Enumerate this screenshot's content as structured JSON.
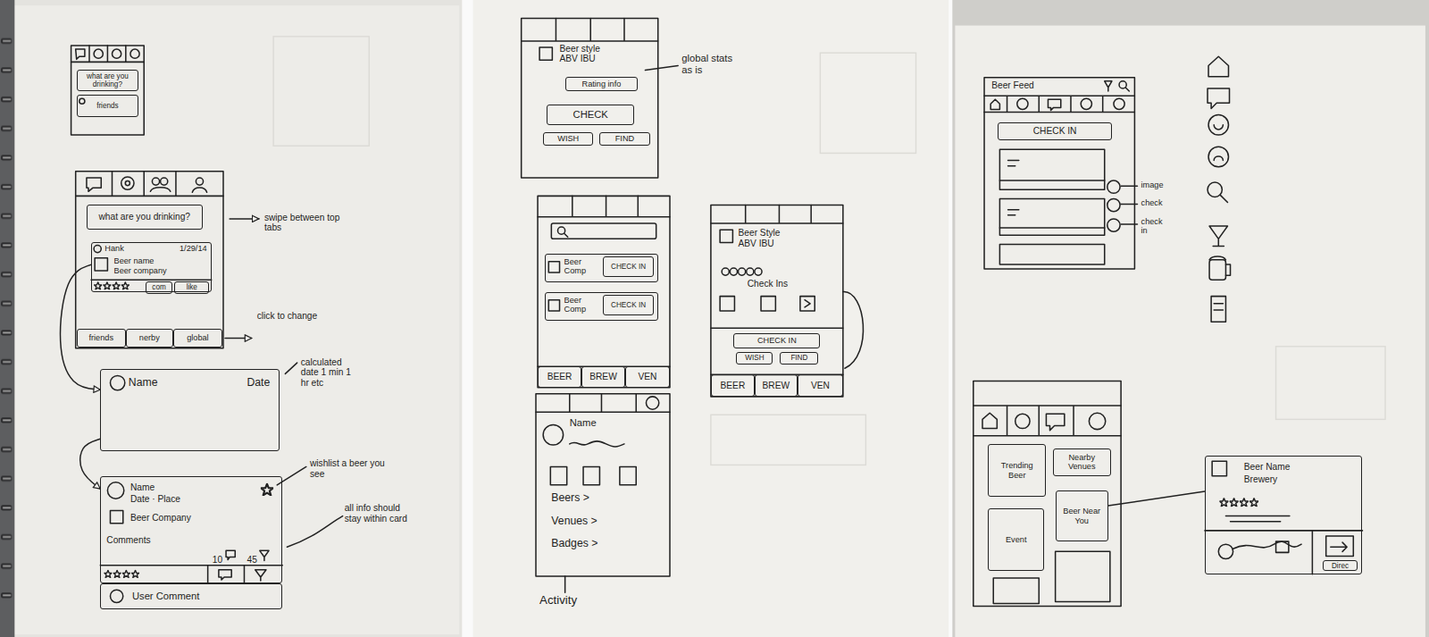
{
  "diagram": {
    "nodes": [
      {
        "text": [
          "what are you drinking?"
        ]
      },
      {
        "text": [
          "friends"
        ]
      },
      {
        "text": [
          "what are you drinking?"
        ]
      },
      {
        "text": [
          "Hank",
          "1/29/14",
          "Beer name",
          "Beer company"
        ]
      },
      {
        "text": [
          "com"
        ],
        "in": 3
      },
      {
        "text": [
          "like"
        ],
        "in": 3
      },
      {
        "text": [
          "friends"
        ]
      },
      {
        "text": [
          "nerby"
        ]
      },
      {
        "text": [
          "global"
        ]
      },
      {
        "text": [
          "Name",
          "Date"
        ]
      },
      {
        "text": [
          "Name",
          "Date · Place",
          "Beer Company",
          "Comments",
          "10",
          "45"
        ]
      },
      {
        "text": [
          "User Comment"
        ]
      },
      {
        "text": [
          "Rating info"
        ]
      },
      {
        "text": [
          "CHECK"
        ]
      },
      {
        "text": [
          "WISH"
        ]
      },
      {
        "text": [
          "FIND"
        ]
      },
      {
        "text": [
          "Beer Comp"
        ]
      },
      {
        "text": [
          "CHECK IN"
        ],
        "in": 16
      },
      {
        "text": [
          "Beer Comp"
        ]
      },
      {
        "text": [
          "CHECK IN"
        ],
        "in": 18
      },
      {
        "text": [
          "BEER"
        ]
      },
      {
        "text": [
          "BREW"
        ]
      },
      {
        "text": [
          "VEN"
        ]
      },
      {
        "text": [
          "CHECK IN"
        ]
      },
      {
        "text": [
          "WISH"
        ]
      },
      {
        "text": [
          "FIND"
        ]
      },
      {
        "text": [
          "BEER"
        ]
      },
      {
        "text": [
          "BREW"
        ]
      },
      {
        "text": [
          "VEN"
        ]
      },
      {
        "text": [
          "CHECK IN"
        ]
      },
      {
        "text": [
          "Trending Beer"
        ]
      },
      {
        "text": [
          "Nearby Venues"
        ]
      },
      {
        "text": [
          "Beer Near You"
        ]
      },
      {
        "text": [
          "Event"
        ]
      },
      {
        "text": [
          "Beer Name",
          "Brewery"
        ]
      },
      {
        "text": [
          "Direc"
        ],
        "in": 34
      }
    ],
    "edges": [
      {
        "from": 3,
        "to": 9,
        "arrow": "to"
      },
      {
        "from": 9,
        "to": 10,
        "arrow": "to"
      },
      {
        "from": 32,
        "to": 34,
        "arrow": "none"
      }
    ],
    "labels": [
      "swipe between top tabs",
      "click to change",
      "calculated date 1 min 1 hr etc",
      "wishlist a beer you see",
      "all info should stay within card",
      "Beer style ABV IBU",
      "global stats as is",
      "Beer Style ABV IBU",
      "Check Ins",
      "Name",
      "Beers >",
      "Venues >",
      "Badges >",
      "Activity",
      "Beer Feed",
      "image",
      "check",
      "check in"
    ]
  }
}
